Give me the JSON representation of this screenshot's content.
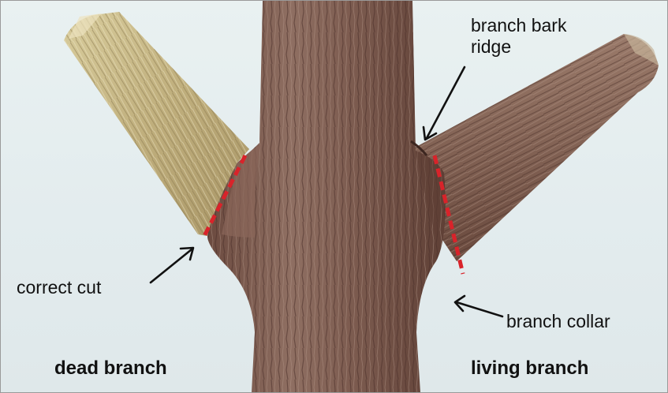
{
  "diagram": {
    "labels": {
      "branch_bark_ridge_line1": "branch bark",
      "branch_bark_ridge_line2": "ridge",
      "correct_cut": "correct cut",
      "branch_collar": "branch collar",
      "dead_branch": "dead branch",
      "living_branch": "living branch"
    },
    "colors": {
      "background": "#e3ecee",
      "bark_dark": "#6e4a3e",
      "bark_mid": "#8c6a5c",
      "dead_wood": "#c9b98a",
      "cut_line": "#d9232a",
      "arrow": "#111111"
    }
  }
}
